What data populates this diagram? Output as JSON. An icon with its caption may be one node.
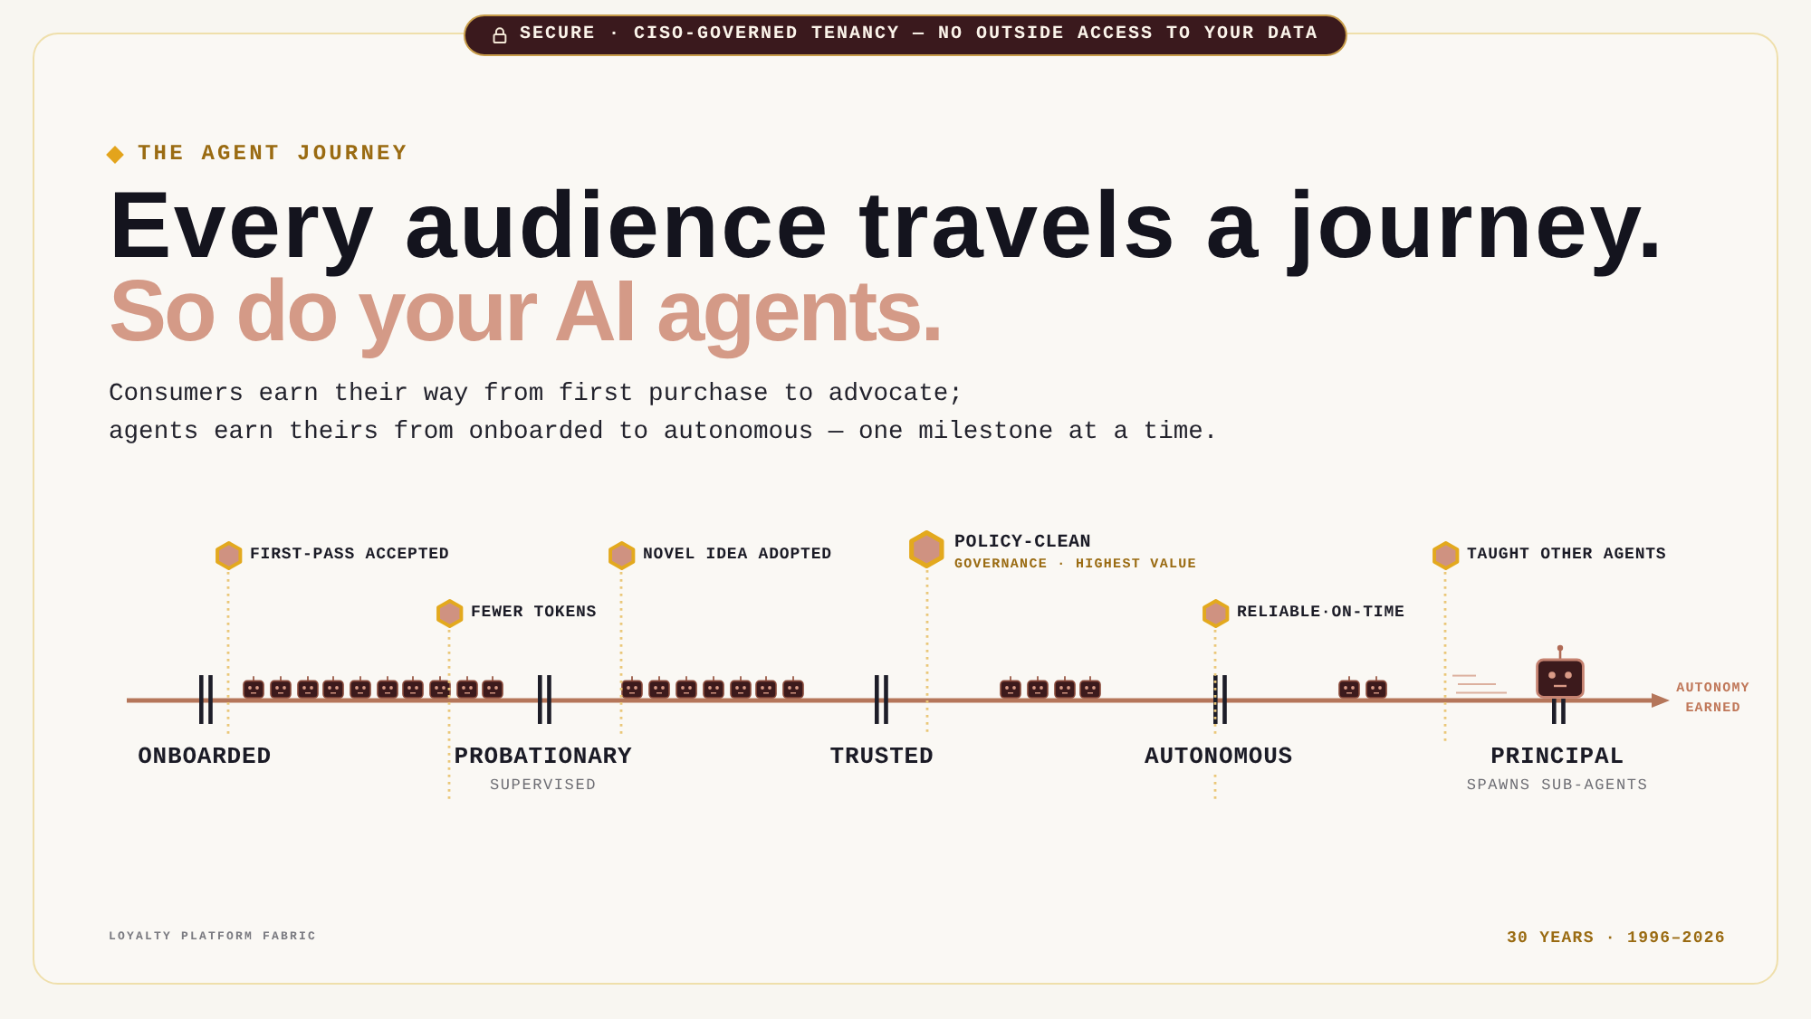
{
  "diagram": {
    "title": "Every audience travels a journey.",
    "labels": [
      "SECURE · CISO-GOVERNED TENANCY — NO OUTSIDE ACCESS TO YOUR DATA",
      "THE AGENT JOURNEY",
      "So do your AI agents.",
      "Consumers earn their way from first purchase to advocate;",
      "agents earn theirs from onboarded to autonomous — one milestone at a time.",
      "FIRST-PASS ACCEPTED",
      "NOVEL IDEA ADOPTED",
      "POLICY-CLEAN",
      "GOVERNANCE · HIGHEST VALUE",
      "TAUGHT OTHER AGENTS",
      "FEWER TOKENS",
      "RELIABLE·ON-TIME",
      "AUTONOMY EARNED",
      "ONBOARDED",
      "PROBATIONARY",
      "TRUSTED",
      "AUTONOMOUS",
      "PRINCIPAL",
      "SUPERVISED",
      "SPAWNS SUB-AGENTS",
      "LOYALTY PLATFORM FABRIC",
      "30 YEARS · 1996–2026"
    ]
  }
}
